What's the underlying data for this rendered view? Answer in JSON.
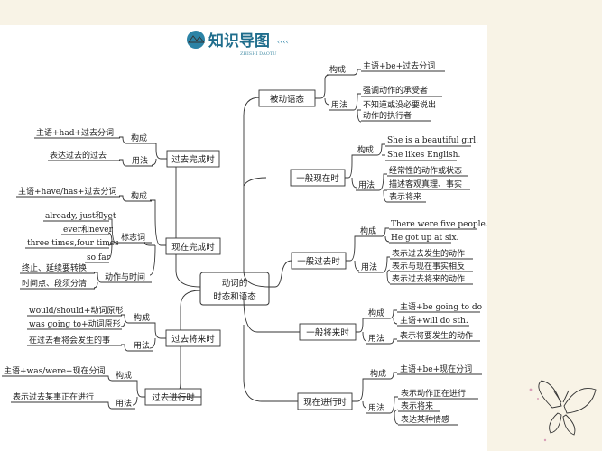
{
  "header": {
    "title": "知识导图",
    "subtitle": "ZHISHI DAOTU"
  },
  "center": {
    "line1": "动词的",
    "line2": "时态和语态"
  },
  "right": {
    "passive": {
      "label": "被动语态",
      "form_label": "构成",
      "form": "主语+be+过去分词",
      "use_label": "用法",
      "uses": [
        "强调动作的承受者",
        "不知道或没必要说出",
        "动作的执行者"
      ]
    },
    "simple_present": {
      "label": "一般现在时",
      "form_label": "构成",
      "forms": [
        "She is a beautiful girl.",
        "She likes English."
      ],
      "use_label": "用法",
      "uses": [
        "经常性的动作或状态",
        "描述客观真理、事实",
        "表示将来"
      ]
    },
    "simple_past": {
      "label": "一般过去时",
      "form_label": "构成",
      "forms": [
        "There were five people.",
        "He got up at six."
      ],
      "use_label": "用法",
      "uses": [
        "表示过去发生的动作",
        "表示与现在事实相反",
        "表示过去将来的动作"
      ]
    },
    "simple_future": {
      "label": "一般将来时",
      "form_label": "构成",
      "forms": [
        "主语+be going to do",
        "主语+will do sth."
      ],
      "use_label": "用法",
      "use": "表示将要发生的动作"
    },
    "present_progressive": {
      "label": "现在进行时",
      "form_label": "构成",
      "form": "主语+be+现在分词",
      "use_label": "用法",
      "uses": [
        "表示动作正在进行",
        "表示将来",
        "表达某种情感"
      ]
    }
  },
  "left": {
    "past_perfect": {
      "label": "过去完成时",
      "form_label": "构成",
      "form": "主语+had+过去分词",
      "use_label": "用法",
      "use": "表达过去的过去"
    },
    "present_perfect": {
      "label": "现在完成时",
      "form_label": "构成",
      "form": "主语+have/has+过去分词",
      "signal_label": "标志词",
      "signals": [
        "already, just和yet",
        "ever和never",
        "three times,four times",
        "so far"
      ],
      "time_label": "动作与时间",
      "times": [
        "终止、延续要转换",
        "时间点、段须分清"
      ]
    },
    "past_future": {
      "label": "过去将来时",
      "form_label": "构成",
      "forms": [
        "would/should+动词原形",
        "was going to+动词原形"
      ],
      "use_label": "用法",
      "use": "在过去看将会发生的事"
    },
    "past_progressive": {
      "label": "过去进行时",
      "form_label": "构成",
      "form": "主语+was/were+现在分词",
      "use_label": "用法",
      "use": "表示过去某事正在进行"
    }
  }
}
